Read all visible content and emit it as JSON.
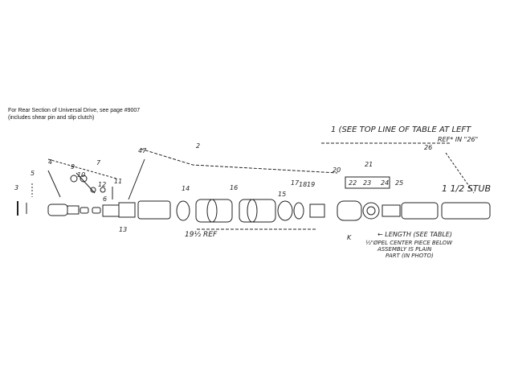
{
  "header": {
    "line1": "For Rear Section of Universal Drive, see page #9007",
    "line2": "(includes shear pin and slip clutch)"
  },
  "callouts": {
    "see_top_line": "1 (SEE TOP LINE OF TABLE AT LEFT",
    "ref": "REF* IN \"26\"",
    "stub": "1 1/2 STUB",
    "length_note": "← LENGTH (SEE TABLE)",
    "note_line1": "½\"ØPEL CENTER PIECE BELOW",
    "note_line2": "ASSEMBLY IS PLAIN",
    "note_line3": "PART (IN PHOTO)",
    "ref_dim": "19½ REF",
    "k": "K"
  },
  "part_numbers": [
    "3",
    "5",
    "4",
    "9",
    "7",
    "10",
    "12",
    "11",
    "47",
    "2",
    "14",
    "16",
    "15",
    "17",
    "18",
    "19",
    "20",
    "21",
    "22",
    "23",
    "24",
    "25",
    "26",
    "13",
    "6"
  ],
  "colors": {
    "ink": "#222222",
    "paper": "#ffffff"
  }
}
